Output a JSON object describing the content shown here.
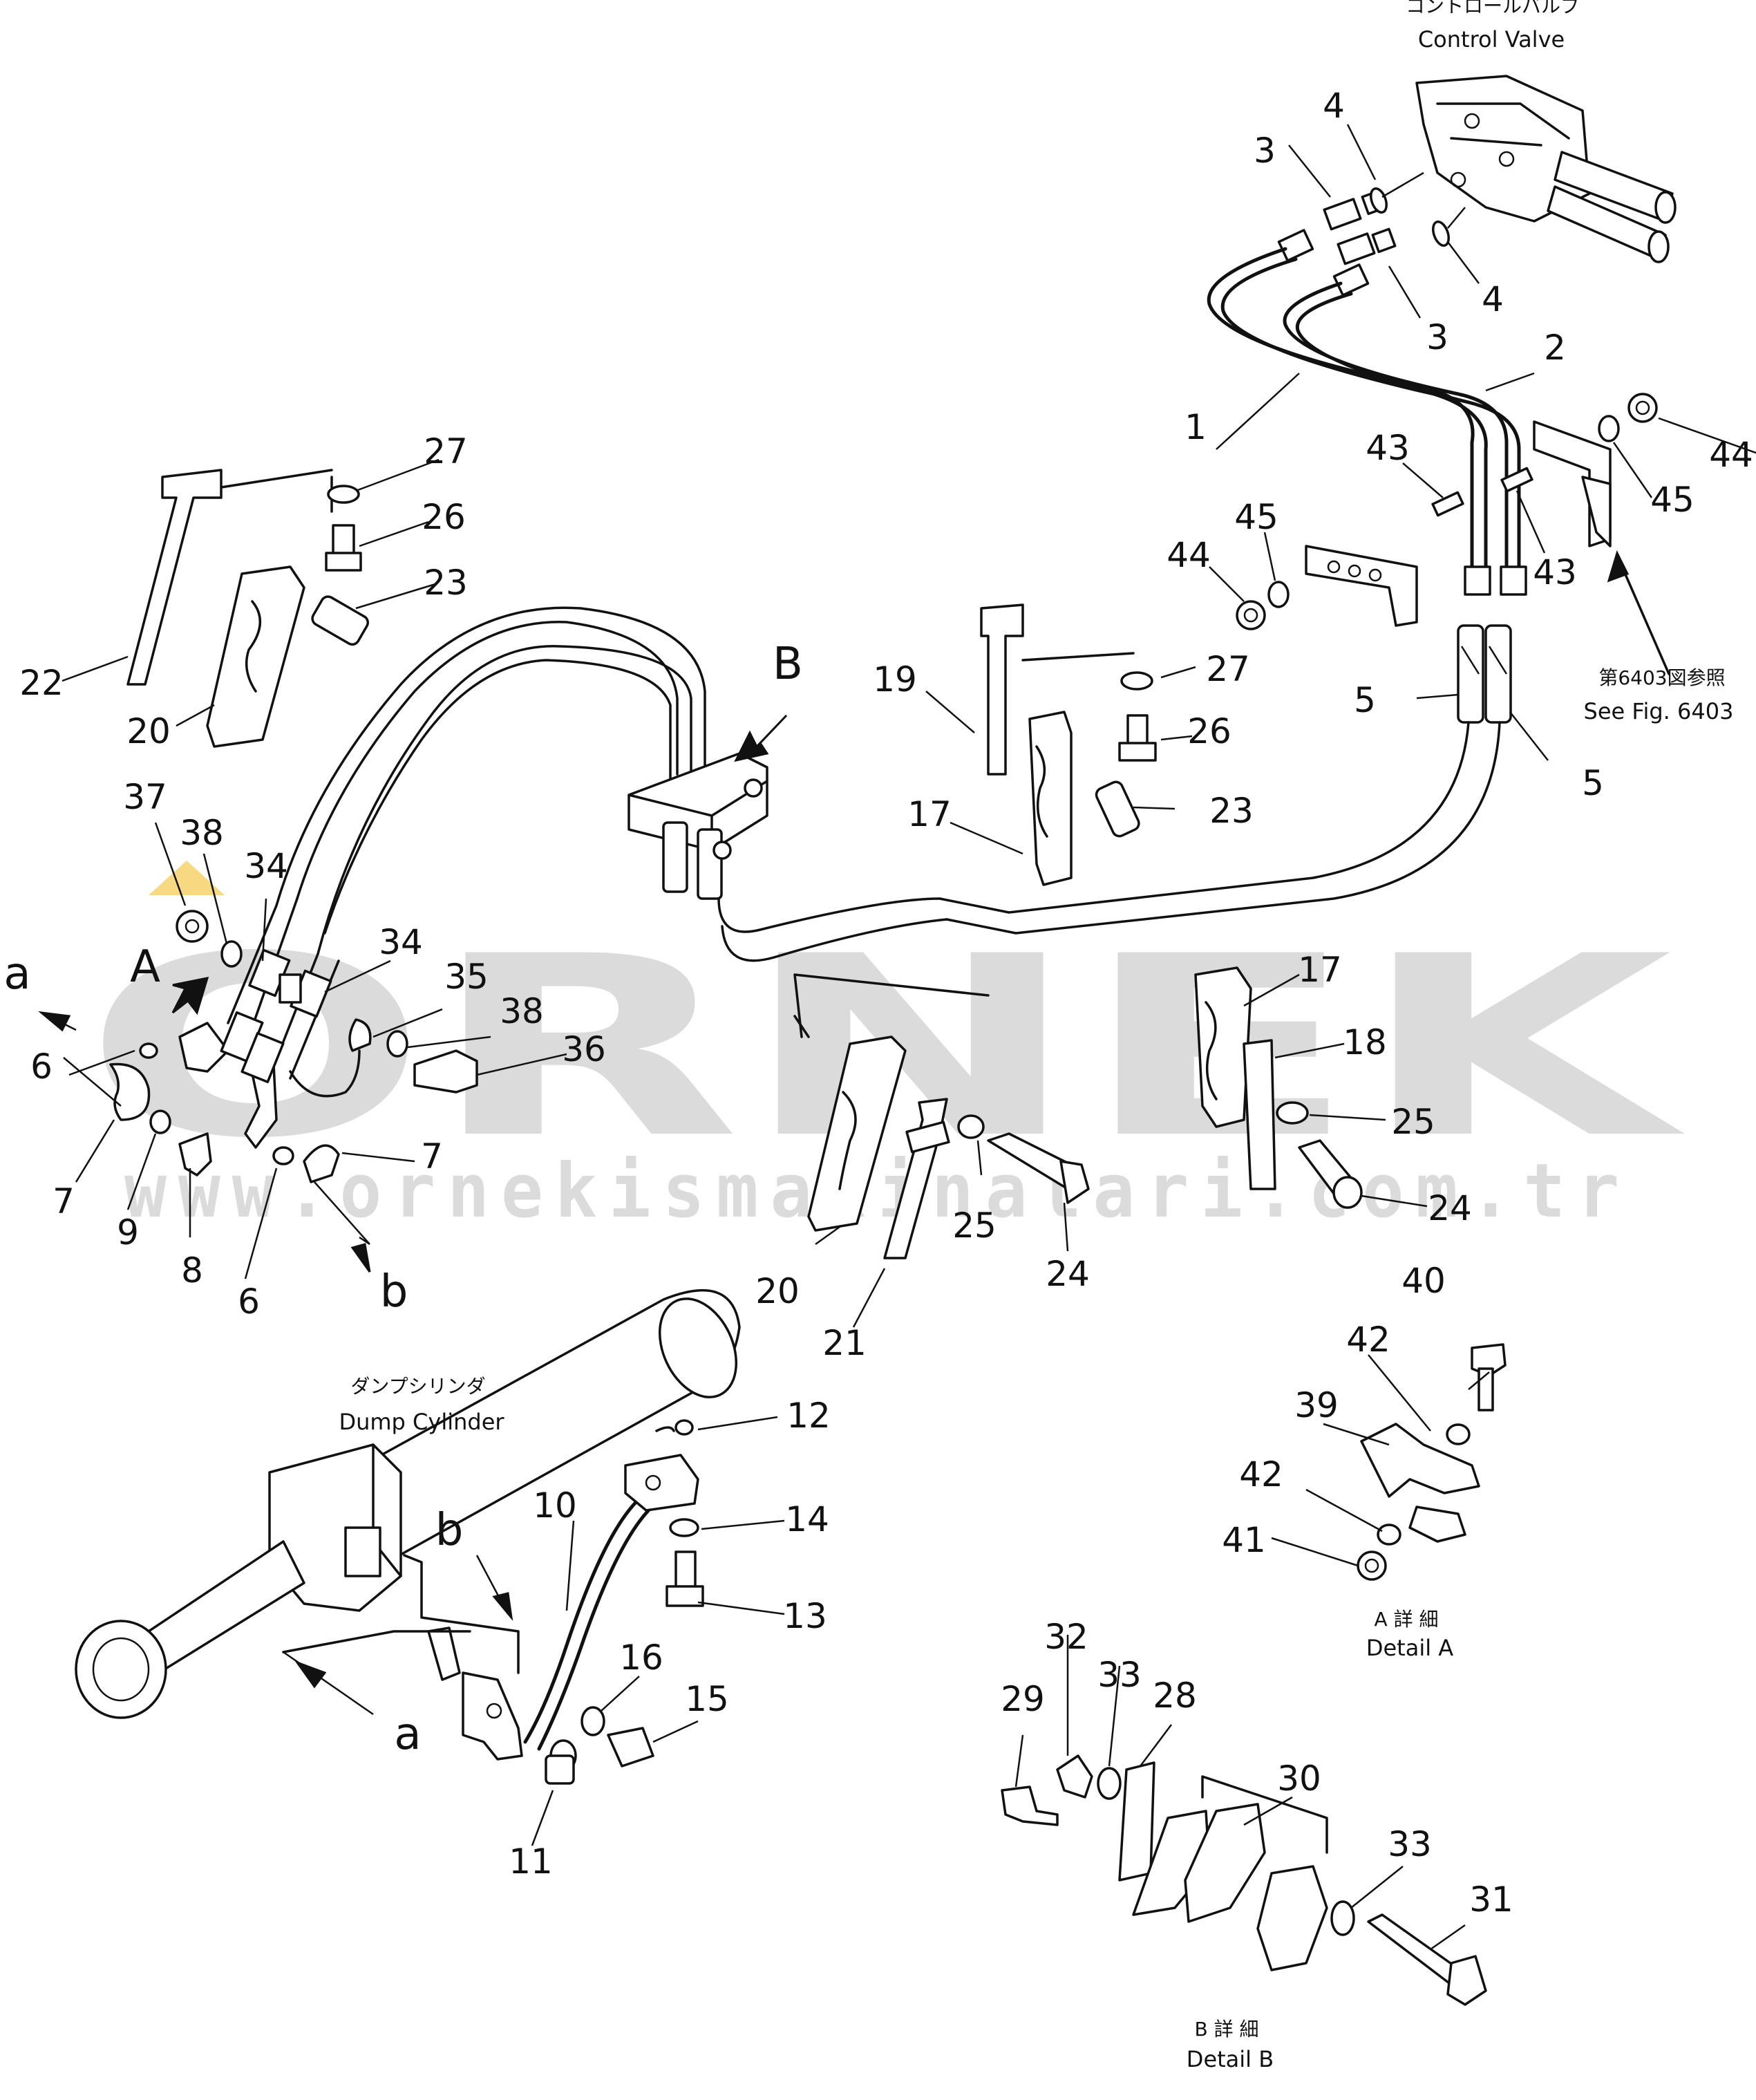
{
  "captions": {
    "control_valve_jp": "コントロールバルブ",
    "control_valve_en": "Control Valve",
    "dump_cylinder_jp": "ダンプシリンダ",
    "dump_cylinder_en": "Dump Cylinder",
    "see_fig_jp": "第6403図参照",
    "see_fig_en": "See Fig. 6403",
    "detail_a_jp": "A 詳 細",
    "detail_a_en": "Detail A",
    "detail_b_jp": "B 詳 細",
    "detail_b_en": "Detail B"
  },
  "view_letters": [
    "A",
    "B",
    "a",
    "b"
  ],
  "watermark": {
    "logo": "ORNEK",
    "url": "www.ornekismakinalari.com.tr",
    "accent_color": "#f2c94c",
    "logo_color": "#8e8e8e"
  },
  "part_numbers": [
    "1",
    "2",
    "3",
    "3",
    "4",
    "4",
    "5",
    "5",
    "6",
    "6",
    "7",
    "7",
    "8",
    "9",
    "10",
    "11",
    "12",
    "13",
    "14",
    "15",
    "16",
    "17",
    "17",
    "18",
    "19",
    "20",
    "20",
    "21",
    "22",
    "23",
    "23",
    "24",
    "24",
    "25",
    "25",
    "26",
    "26",
    "27",
    "27",
    "28",
    "29",
    "30",
    "31",
    "32",
    "33",
    "33",
    "34",
    "34",
    "35",
    "36",
    "37",
    "38",
    "38",
    "39",
    "40",
    "41",
    "42",
    "42",
    "43",
    "43",
    "44",
    "44",
    "45",
    "45"
  ]
}
